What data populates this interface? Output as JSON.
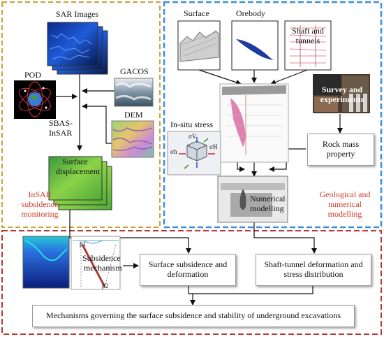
{
  "insar": {
    "sar_images": "SAR Images",
    "pod": "POD",
    "gacos": "GACOS",
    "dem": "DEM",
    "sbas_line1": "SBAS-",
    "sbas_line2": "InSAR",
    "surface_disp_line1": "Surface",
    "surface_disp_line2": "displacement",
    "panel_label_line1": "InSAR",
    "panel_label_line2": "subsidence",
    "panel_label_line3": "monitoring"
  },
  "geo": {
    "surface": "Surface",
    "orebody": "Orebody",
    "shaft_line1": "Shaft and",
    "shaft_line2": "tunnels",
    "survey_line1": "Survey and",
    "survey_line2": "experiments",
    "insitu_stress": "In-situ stress",
    "rock_mass_line1": "Rock mass",
    "rock_mass_line2": "property",
    "numerical_line1": "Numerical",
    "numerical_line2": "modelling",
    "panel_label_line1": "Geological and",
    "panel_label_line2": "numerical",
    "panel_label_line3": "modelling",
    "stress_symbols": [
      "σV",
      "σh",
      "σH"
    ]
  },
  "bottom": {
    "subsidence_mech_line1": "Subsidence",
    "subsidence_mech_line2": "mechanism",
    "surface_subsidence_line1": "Surface subsidence and",
    "surface_subsidence_line2": "deformation",
    "shaft_tunnel_line1": "Shaft-tunnel deformation and",
    "shaft_tunnel_line2": "stress distribution",
    "mechanisms": "Mechanisms governing the surface subsidence and stability of underground excavations",
    "beta_labels": [
      "β1",
      "β2"
    ]
  },
  "colors": {
    "insar_border": "#c9a33a",
    "geo_border": "#3f8fe0",
    "bottom_border": "#b23a33",
    "accent_text": "#d23a2a"
  }
}
